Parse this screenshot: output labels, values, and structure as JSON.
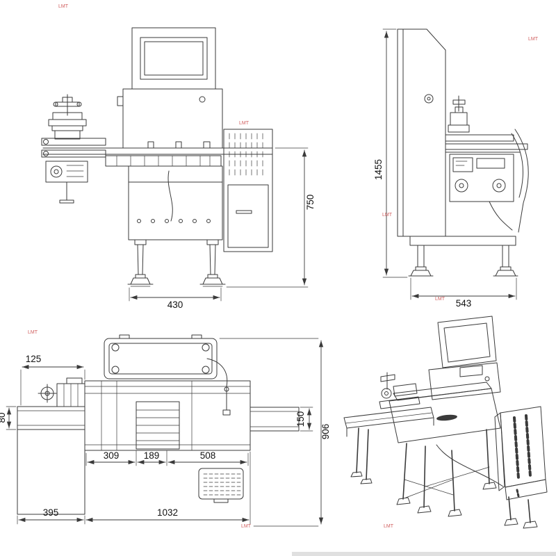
{
  "meta": {
    "background": "#ffffff",
    "line_color": "#3a3a3a",
    "watermark_color": "#c84040"
  },
  "watermark": {
    "text": "LMT"
  },
  "views": {
    "front": {
      "dim_height": "750",
      "dim_width": "430"
    },
    "side": {
      "dim_height": "1455",
      "dim_width": "543"
    },
    "plan": {
      "dim_offset": "125",
      "dim_infeed_width": "80",
      "dim_outfeed_width": "150",
      "dim_total_depth": "906",
      "dim_seg1": "309",
      "dim_seg2": "189",
      "dim_seg3": "508",
      "dim_infeed_length": "395",
      "dim_total_length": "1032"
    }
  }
}
